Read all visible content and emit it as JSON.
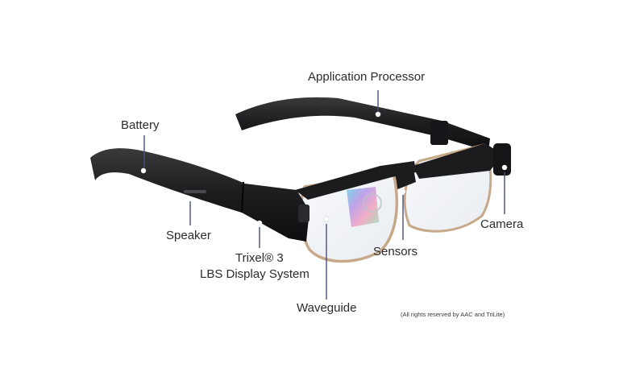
{
  "labels": {
    "application_processor": "Application Processor",
    "battery": "Battery",
    "camera": "Camera",
    "speaker": "Speaker",
    "trixel_line1": "Trixel® 3",
    "trixel_line2": "LBS Display System",
    "sensors": "Sensors",
    "waveguide": "Waveguide"
  },
  "copyright": "(All rights reserved by AAC and TriLite)",
  "colors": {
    "frame": "#1c1c1e",
    "frame_highlight": "#3a3a3c",
    "lens_rim": "#c7a98a",
    "leader": "#4a4f7a",
    "text": "#2b2b2b"
  }
}
